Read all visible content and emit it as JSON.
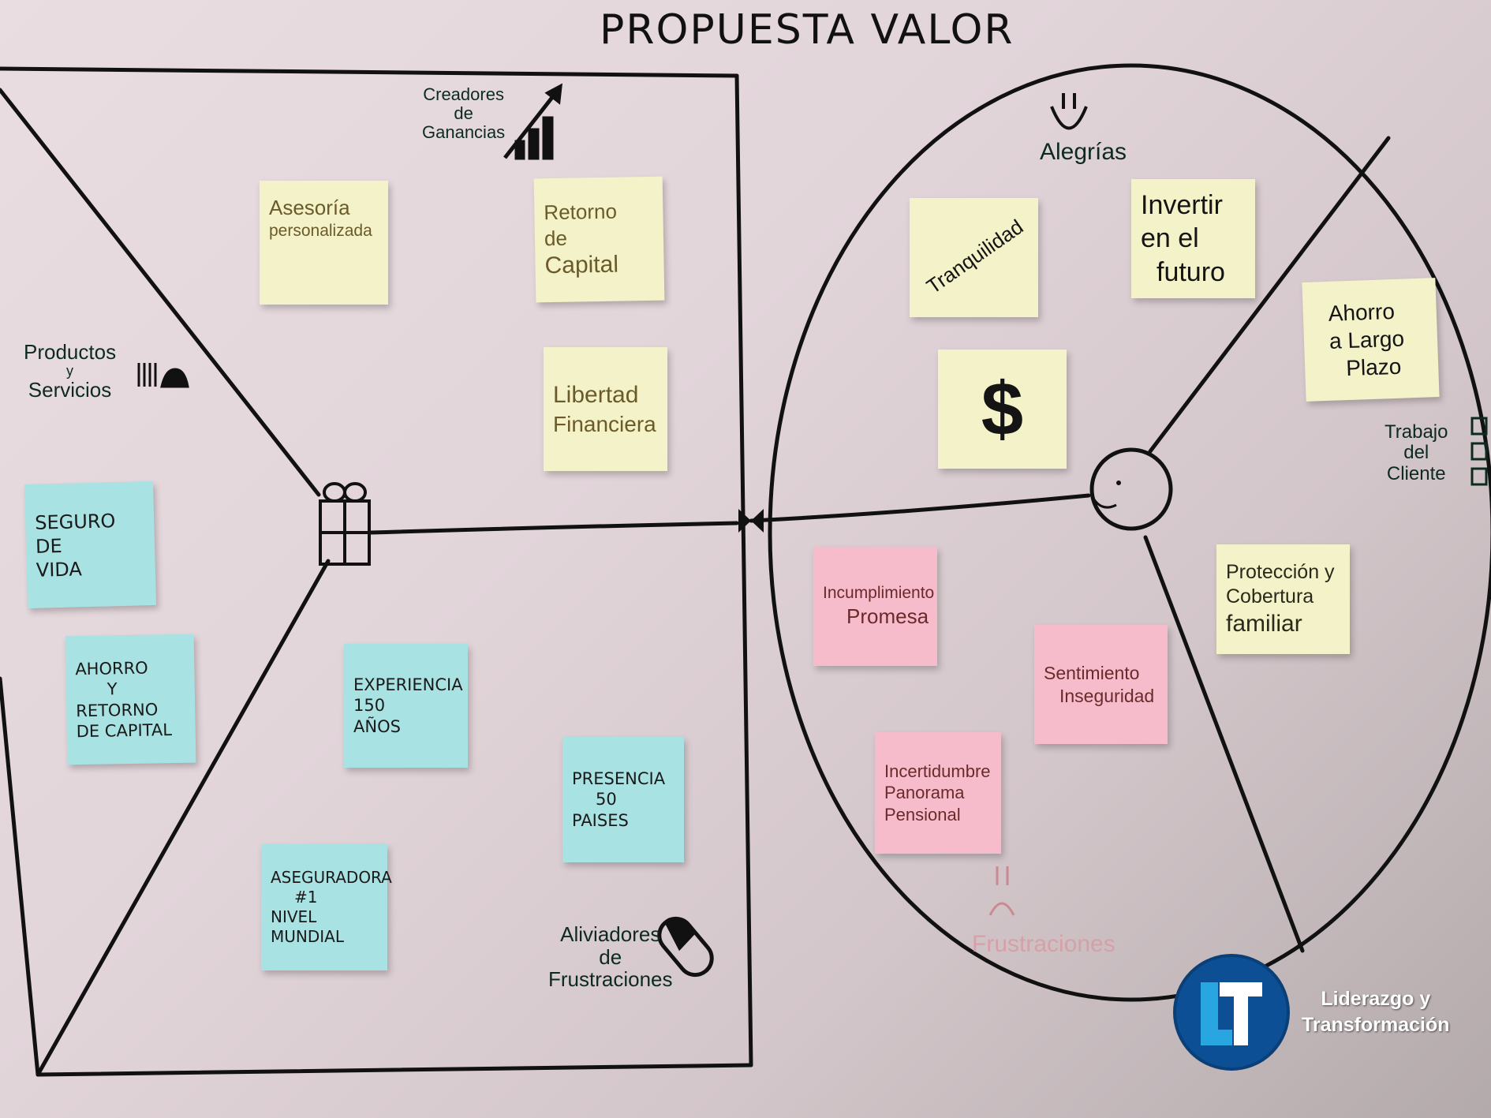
{
  "title": "PROPUESTA VALOR",
  "value_map": {
    "gain_creators_label": [
      "Creadores",
      "de",
      "Ganancias"
    ],
    "products_label": [
      "Productos",
      "y",
      "Servicios"
    ],
    "pain_relievers_label": [
      "Aliviadores",
      "de",
      "Frustraciones"
    ],
    "gain_creators": [
      {
        "lines": [
          "Asesoría",
          "personalizada"
        ]
      },
      {
        "lines": [
          "Retorno",
          "de",
          "Capital"
        ]
      },
      {
        "lines": [
          "Libertad",
          "Financiera"
        ]
      }
    ],
    "products": [
      {
        "lines": [
          "Seguro",
          "de",
          "Vida"
        ]
      },
      {
        "lines": [
          "Ahorro",
          "y",
          "Retorno",
          "de Capital"
        ]
      }
    ],
    "pain_relievers": [
      {
        "lines": [
          "Experiencia",
          "150",
          "Años"
        ]
      },
      {
        "lines": [
          "Presencia",
          "50",
          "Paises"
        ]
      },
      {
        "lines": [
          "Aseguradora",
          "#1",
          "Nivel",
          "Mundial"
        ]
      }
    ]
  },
  "customer_profile": {
    "gains_label": "Alegrías",
    "jobs_label": [
      "Trabajo",
      "del",
      "Cliente"
    ],
    "pains_label": "Frustraciones",
    "gains": [
      {
        "lines": [
          "Tranquilidad"
        ]
      },
      {
        "lines": [
          "Invertir",
          "en el",
          "futuro"
        ]
      },
      {
        "lines": [
          "$"
        ]
      }
    ],
    "jobs": [
      {
        "lines": [
          "Ahorro",
          "a Largo",
          "Plazo"
        ]
      },
      {
        "lines": [
          "Protección y",
          "Cobertura",
          "familiar"
        ]
      }
    ],
    "pains": [
      {
        "lines": [
          "Incumplimiento",
          "Promesa"
        ]
      },
      {
        "lines": [
          "Sentimiento",
          "Inseguridad"
        ]
      },
      {
        "lines": [
          "Incertidumbre",
          "Panorama",
          "Pensional"
        ]
      }
    ]
  },
  "logo": {
    "mark": "LT",
    "lines": [
      "Liderazgo y",
      "Transformación"
    ]
  },
  "colors": {
    "yellow_note": "#f4f2c8",
    "blue_note": "#a9e2e3",
    "pink_note": "#f6bccc",
    "logo_blue": "#0d4f94",
    "logo_light": "#27a6e0"
  }
}
